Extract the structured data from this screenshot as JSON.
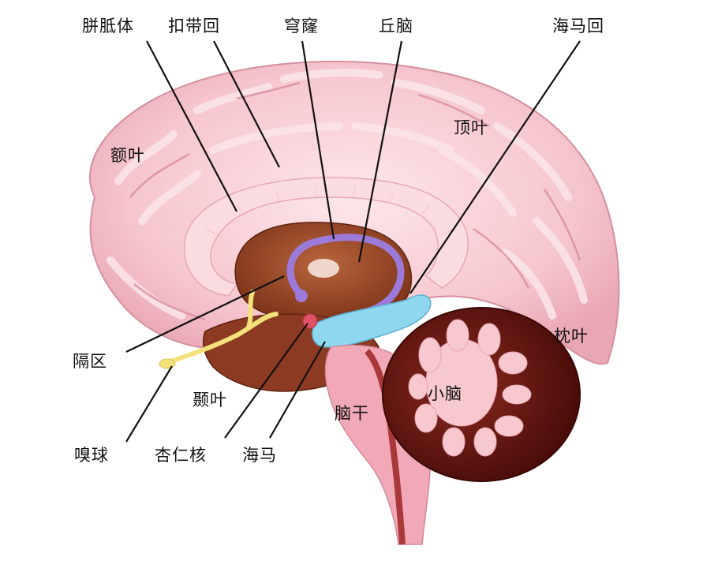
{
  "labels": {
    "corpus_callosum": "胼胝体",
    "cingulate_gyrus": "扣带回",
    "fornix": "穹窿",
    "thalamus": "丘脑",
    "parahippocampal_gyrus": "海马回",
    "frontal_lobe": "额叶",
    "parietal_lobe": "顶叶",
    "occipital_lobe": "枕叶",
    "septal_area": "隔区",
    "temporal_lobe": "颞叶",
    "cerebellum": "小脑",
    "brainstem": "脑干",
    "olfactory_bulb": "嗅球",
    "amygdala": "杏仁核",
    "hippocampus": "海马"
  },
  "colors": {
    "cortex": "#f6c6ce",
    "cortex_highlight": "#fbe3e6",
    "cortex_shadow": "#d98f9e",
    "corpus_callosum": "#fbdde1",
    "thalamus": "#9b4a2a",
    "fornix": "#a98be0",
    "hippocampus": "#8fd6ef",
    "brainstem": "#f2a9b7",
    "cerebellum_outer": "#5e1410",
    "cerebellum_inner": "#f7c9cf",
    "olfactory": "#f3e27a",
    "amygdala": "#e05066"
  }
}
